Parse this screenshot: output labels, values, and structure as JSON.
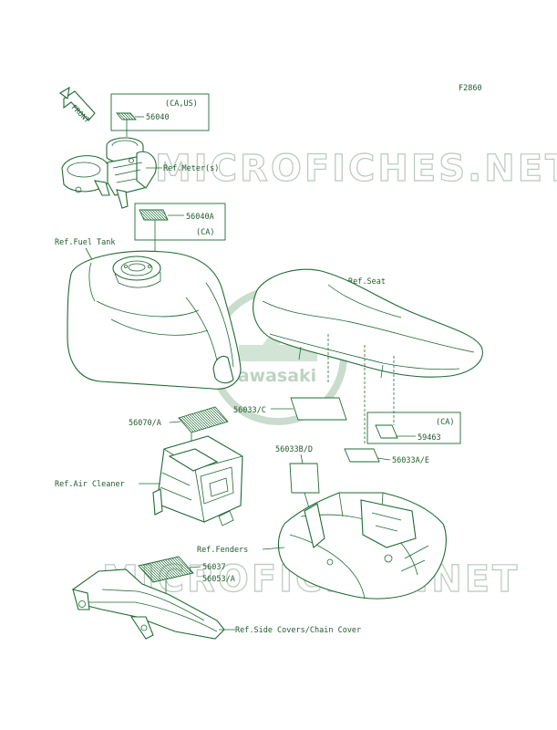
{
  "diagram": {
    "code": "F2860",
    "watermarks": {
      "top": "MICROFICHES.NET",
      "bottom": "MICROFICHES.NET",
      "logo": "Kawasaki"
    },
    "front_arrow": "FRONT",
    "labels": {
      "p56040": "56040",
      "ca_us": "(CA,US)",
      "ref_meters": "Ref.Meter(s)",
      "p56040a": "56040A",
      "ca1": "(CA)",
      "ref_fuel_tank": "Ref.Fuel Tank",
      "ref_seat": "Ref.Seat",
      "p56033c": "56033/C",
      "ca2": "(CA)",
      "p59463": "59463",
      "p56070a": "56070/A",
      "p56033bd": "56033B/D",
      "p56033ae": "56033A/E",
      "ref_air_cleaner": "Ref.Air Cleaner",
      "ref_fenders": "Ref.Fenders",
      "p56037": "56037",
      "p56053a": "56053/A",
      "ref_side_covers": "Ref.Side Covers/Chain Cover"
    },
    "colors": {
      "line": "#1e6b33",
      "text": "#1e5b2d",
      "watermark": "#b9c9bd"
    }
  }
}
